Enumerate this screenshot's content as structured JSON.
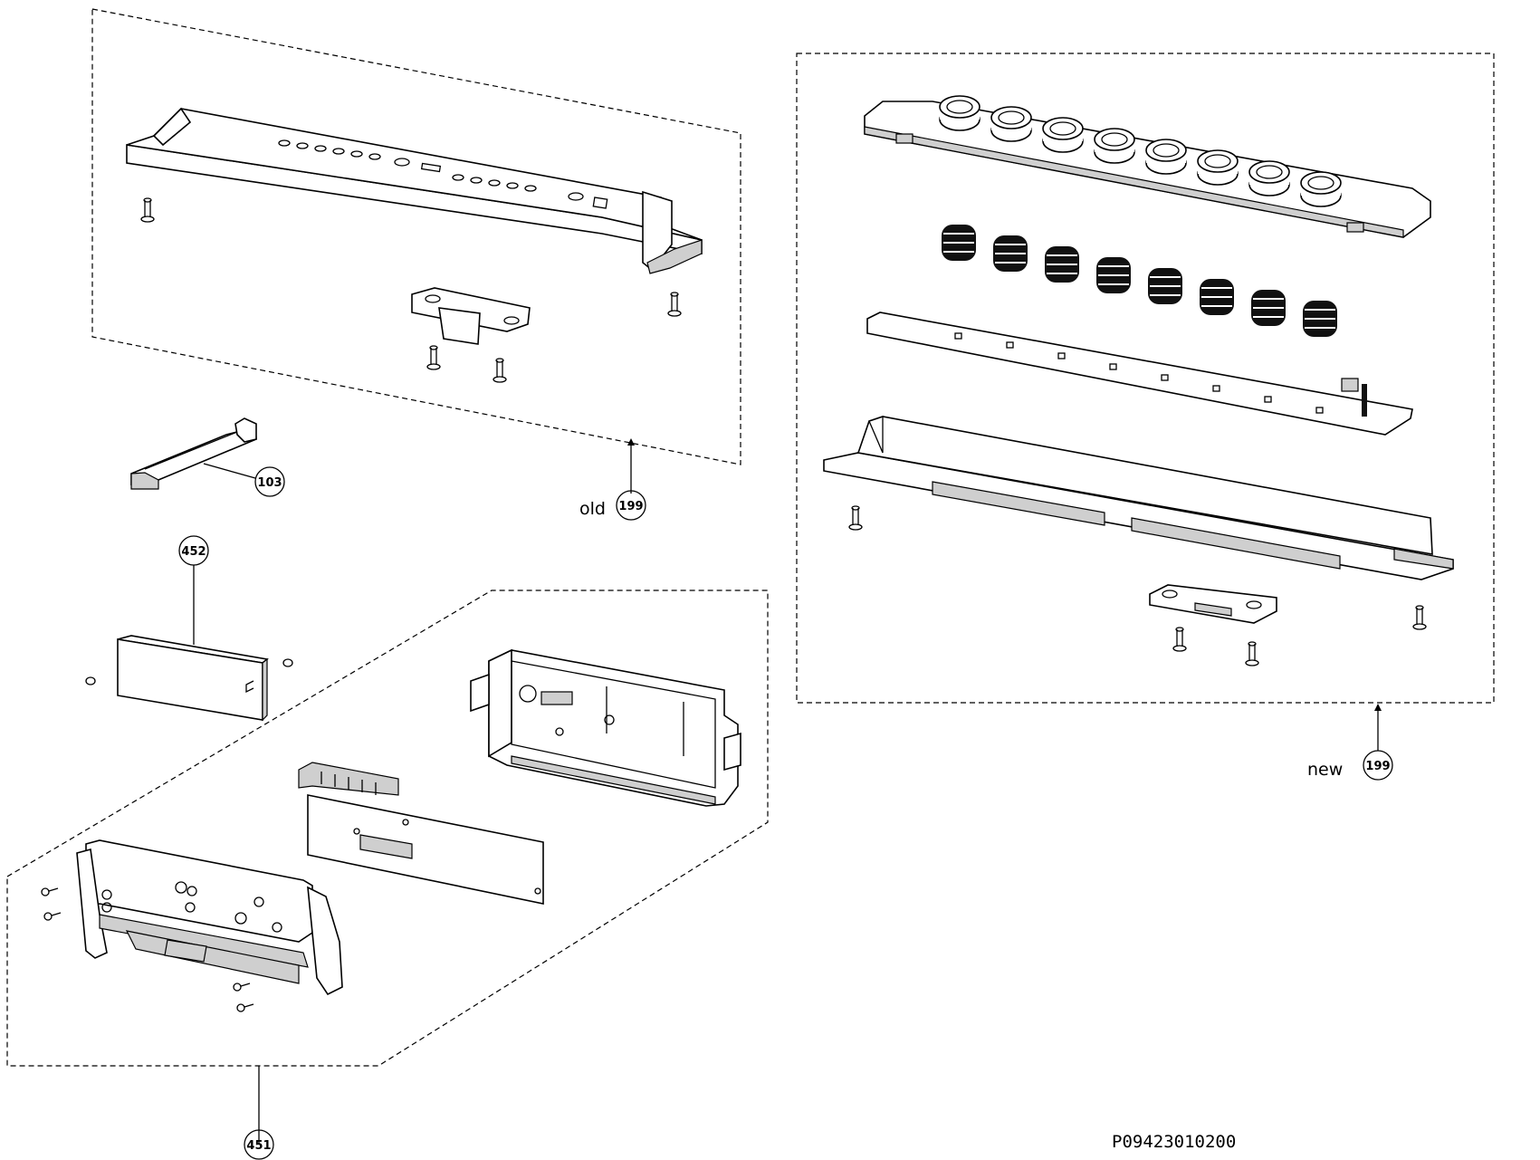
{
  "diagram": {
    "drawing_code": "P09423010200",
    "callouts": {
      "c199_old": {
        "number": "199",
        "caption": "old"
      },
      "c199_new": {
        "number": "199",
        "caption": "new"
      },
      "c103": {
        "number": "103"
      },
      "c452": {
        "number": "452"
      },
      "c451": {
        "number": "451"
      }
    }
  }
}
